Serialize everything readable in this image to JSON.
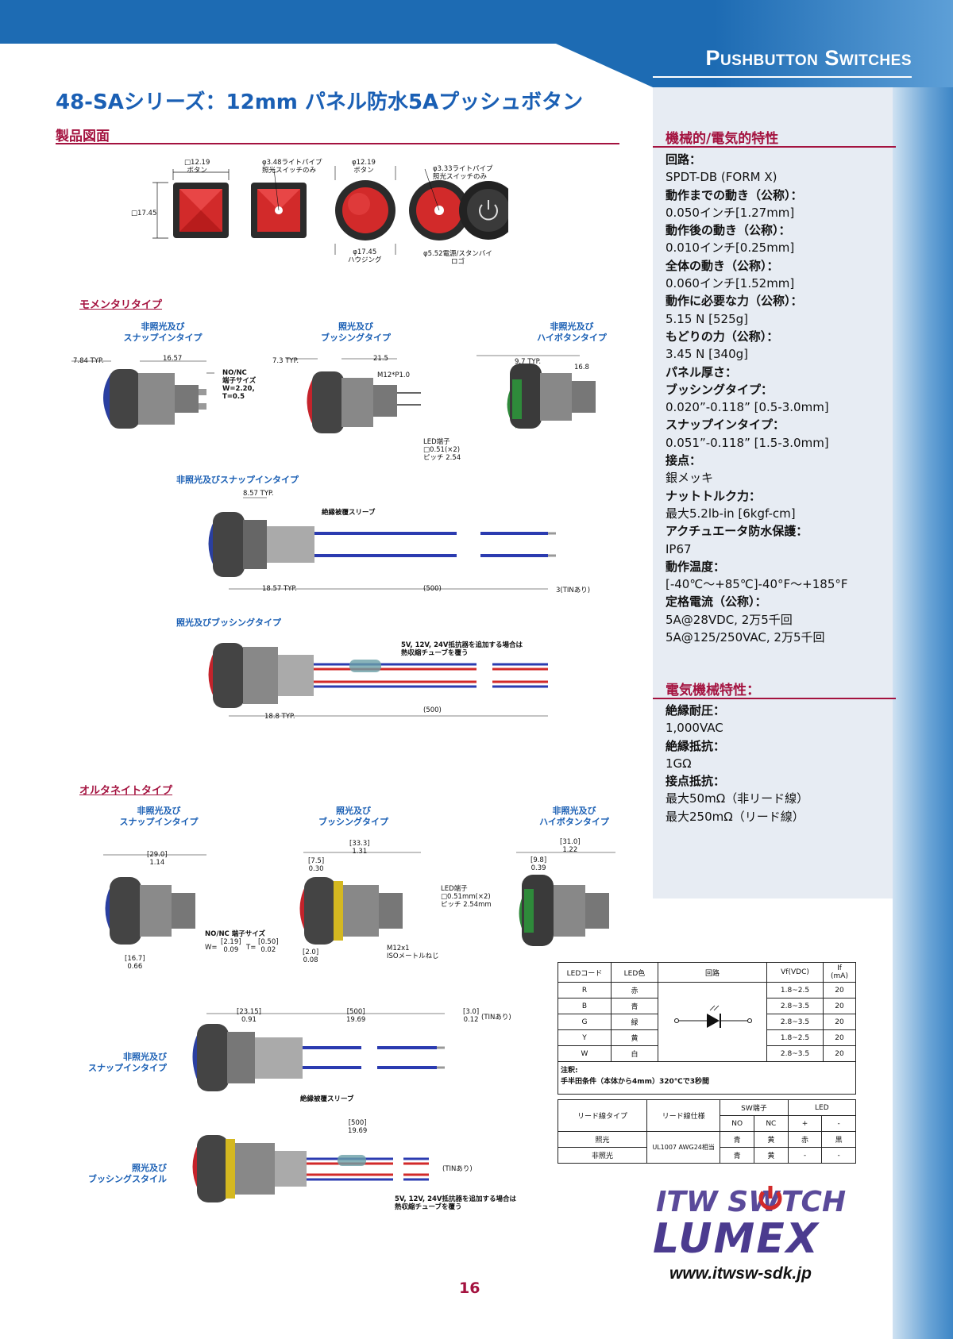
{
  "header": {
    "section": "Pushbutton Switches"
  },
  "page_title": "48-SAシリーズ：12mm パネル防水5Aプッシュボタン",
  "drawings": {
    "heading": "製品図面",
    "top": {
      "dim_sq_button": "□12.19\nボタン",
      "dim_sq_housing": "□17.45",
      "dim_lightpipe_sq": "φ3.48ライトパイプ\n照光スイッチのみ",
      "dim_round_button": "φ12.19\nボタン",
      "dim_round_housing": "φ17.45\nハウジング",
      "dim_lightpipe_round": "φ3.33ライトパイプ\n照光スイッチのみ",
      "dim_power_logo": "φ5.52電源/スタンバイ\nロゴ"
    },
    "momentary": {
      "heading": "モメンタリタイプ",
      "cap1": "非照光及び\nスナップインタイプ",
      "cap2": "照光及び\nブッシングタイプ",
      "cap3": "非照光及び\nハイボタンタイプ",
      "d1a": "7.84 TYP.",
      "d1b": "16.57",
      "d1c": "NO/NC\n端子サイズ\nW=2.20,\nT=0.5",
      "d2a": "7.3 TYP.",
      "d2b": "21.5",
      "d2c": "M12*P1.0",
      "d2d": "LED端子\n□0.51(×2)\nピッチ 2.54",
      "d3a": "9.7 TYP.",
      "d3b": "16.8",
      "cap4": "非照光及びスナップインタイプ",
      "d4a": "8.57 TYP.",
      "d4b": "絶縁被覆スリーブ",
      "d4c": "18.57 TYP.",
      "d4d": "(500)",
      "d4e": "3(TINあり)",
      "cap5": "照光及びブッシングタイプ",
      "d5a": "5V, 12V, 24V抵抗器を追加する場合は\n熱収縮チューブを覆う",
      "d5b": "18.8 TYP.",
      "d5c": "(500)"
    },
    "alternate": {
      "heading": "オルタネイトタイプ",
      "cap1": "非照光及び\nスナップインタイプ",
      "cap2": "照光及び\nブッシングタイプ",
      "cap3": "非照光及び\nハイボタンタイプ",
      "a1": "[29.0]\n1.14",
      "a2": "NO/NC 端子サイズ",
      "a3w": "W=",
      "a3wv": "[2.19]\n0.09",
      "a3t": "T=",
      "a3tv": "[0.50]\n0.02",
      "a4": "[16.7]\n0.66",
      "b1": "[33.3]\n1.31",
      "b2": "[7.5]\n0.30",
      "b3": "LED端子\n□0.51mm(×2)\nピッチ 2.54mm",
      "b4": "[2.0]\n0.08",
      "b5": "M12x1\nISOメートルねじ",
      "c1": "[31.0]\n1.22",
      "c2": "[9.8]\n0.39",
      "cap4": "非照光及び\nスナップインタイプ",
      "e1": "[23.15]\n0.91",
      "e2": "[500]\n19.69",
      "e3": "[3.0]\n0.12",
      "e3b": "(TINあり)",
      "e4": "絶縁被覆スリーブ",
      "cap5": "照光及び\nブッシングスタイル",
      "f1": "[500]\n19.69",
      "f2": "(TINあり)",
      "f3": "5V, 12V, 24V抵抗器を追加する場合は\n熱収縮チューブを覆う"
    }
  },
  "mech": {
    "heading": "機械的/電気的特性",
    "items": [
      {
        "label": "回路：",
        "values": [
          "SPDT-DB (FORM X)"
        ]
      },
      {
        "label": "動作までの動き（公称）：",
        "values": [
          "0.050インチ[1.27mm]"
        ]
      },
      {
        "label": "動作後の動き（公称）：",
        "values": [
          "0.010インチ[0.25mm]"
        ]
      },
      {
        "label": "全体の動き（公称）：",
        "values": [
          "0.060インチ[1.52mm]"
        ]
      },
      {
        "label": "動作に必要な力（公称）：",
        "values": [
          "5.15 N [525g]"
        ]
      },
      {
        "label": "もどりの力（公称）：",
        "values": [
          "3.45 N [340g]"
        ]
      },
      {
        "label": "パネル厚さ：",
        "values": []
      },
      {
        "label": "ブッシングタイプ：",
        "values": [
          "0.020”-0.118” [0.5-3.0mm]"
        ]
      },
      {
        "label": "スナップインタイプ：",
        "values": [
          "0.051”-0.118” [1.5-3.0mm]"
        ]
      },
      {
        "label": "接点：",
        "values": [
          "銀メッキ"
        ]
      },
      {
        "label": "ナットトルク力：",
        "values": [
          "最大5.2lb-in [6kgf-cm]"
        ]
      },
      {
        "label": "アクチュエータ防水保護：",
        "values": [
          "IP67"
        ]
      },
      {
        "label": "動作温度：",
        "values": [
          "[-40℃～+85℃]-40°F～+185°F"
        ]
      },
      {
        "label": "定格電流（公称）：",
        "values": [
          "5A@28VDC, 2万5千回",
          "5A@125/250VAC, 2万5千回"
        ]
      }
    ]
  },
  "elec": {
    "heading": "電気機械特性：",
    "items": [
      {
        "label": "絶縁耐圧：",
        "values": [
          "1,000VAC"
        ]
      },
      {
        "label": "絶縁抵抗：",
        "values": [
          "1GΩ"
        ]
      },
      {
        "label": "接点抵抗：",
        "values": [
          "最大50mΩ（非リード線）",
          "最大250mΩ（リード線）"
        ]
      }
    ]
  },
  "led_table": {
    "headers": [
      "LEDコード",
      "LED色",
      "回路",
      "Vf(VDC)",
      "If\n(mA)"
    ],
    "rows": [
      [
        "R",
        "赤",
        "1.8~2.5",
        "20"
      ],
      [
        "B",
        "青",
        "2.8~3.5",
        "20"
      ],
      [
        "G",
        "緑",
        "2.8~3.5",
        "20"
      ],
      [
        "Y",
        "黄",
        "1.8~2.5",
        "20"
      ],
      [
        "W",
        "白",
        "2.8~3.5",
        "20"
      ]
    ],
    "note_title": "注釈:",
    "note_text": "手半田条件（本体から4mm）320℃で3秒間"
  },
  "lead_table": {
    "h_type": "リード線タイプ",
    "h_spec": "リード線仕様",
    "h_sw": "SW端子",
    "h_led": "LED",
    "sub": [
      "NO",
      "NC",
      "+",
      "-"
    ],
    "spec": "UL1007 AWG24相当",
    "rows": [
      [
        "照光",
        "青",
        "黄",
        "赤",
        "黒"
      ],
      [
        "非照光",
        "青",
        "黄",
        "-",
        "-"
      ]
    ]
  },
  "logo": {
    "line1": "ITW SW",
    "line1b": "TCH",
    "line2": "LUMEX"
  },
  "url": "www.itwsw-sdk.jp",
  "page_number": "16"
}
